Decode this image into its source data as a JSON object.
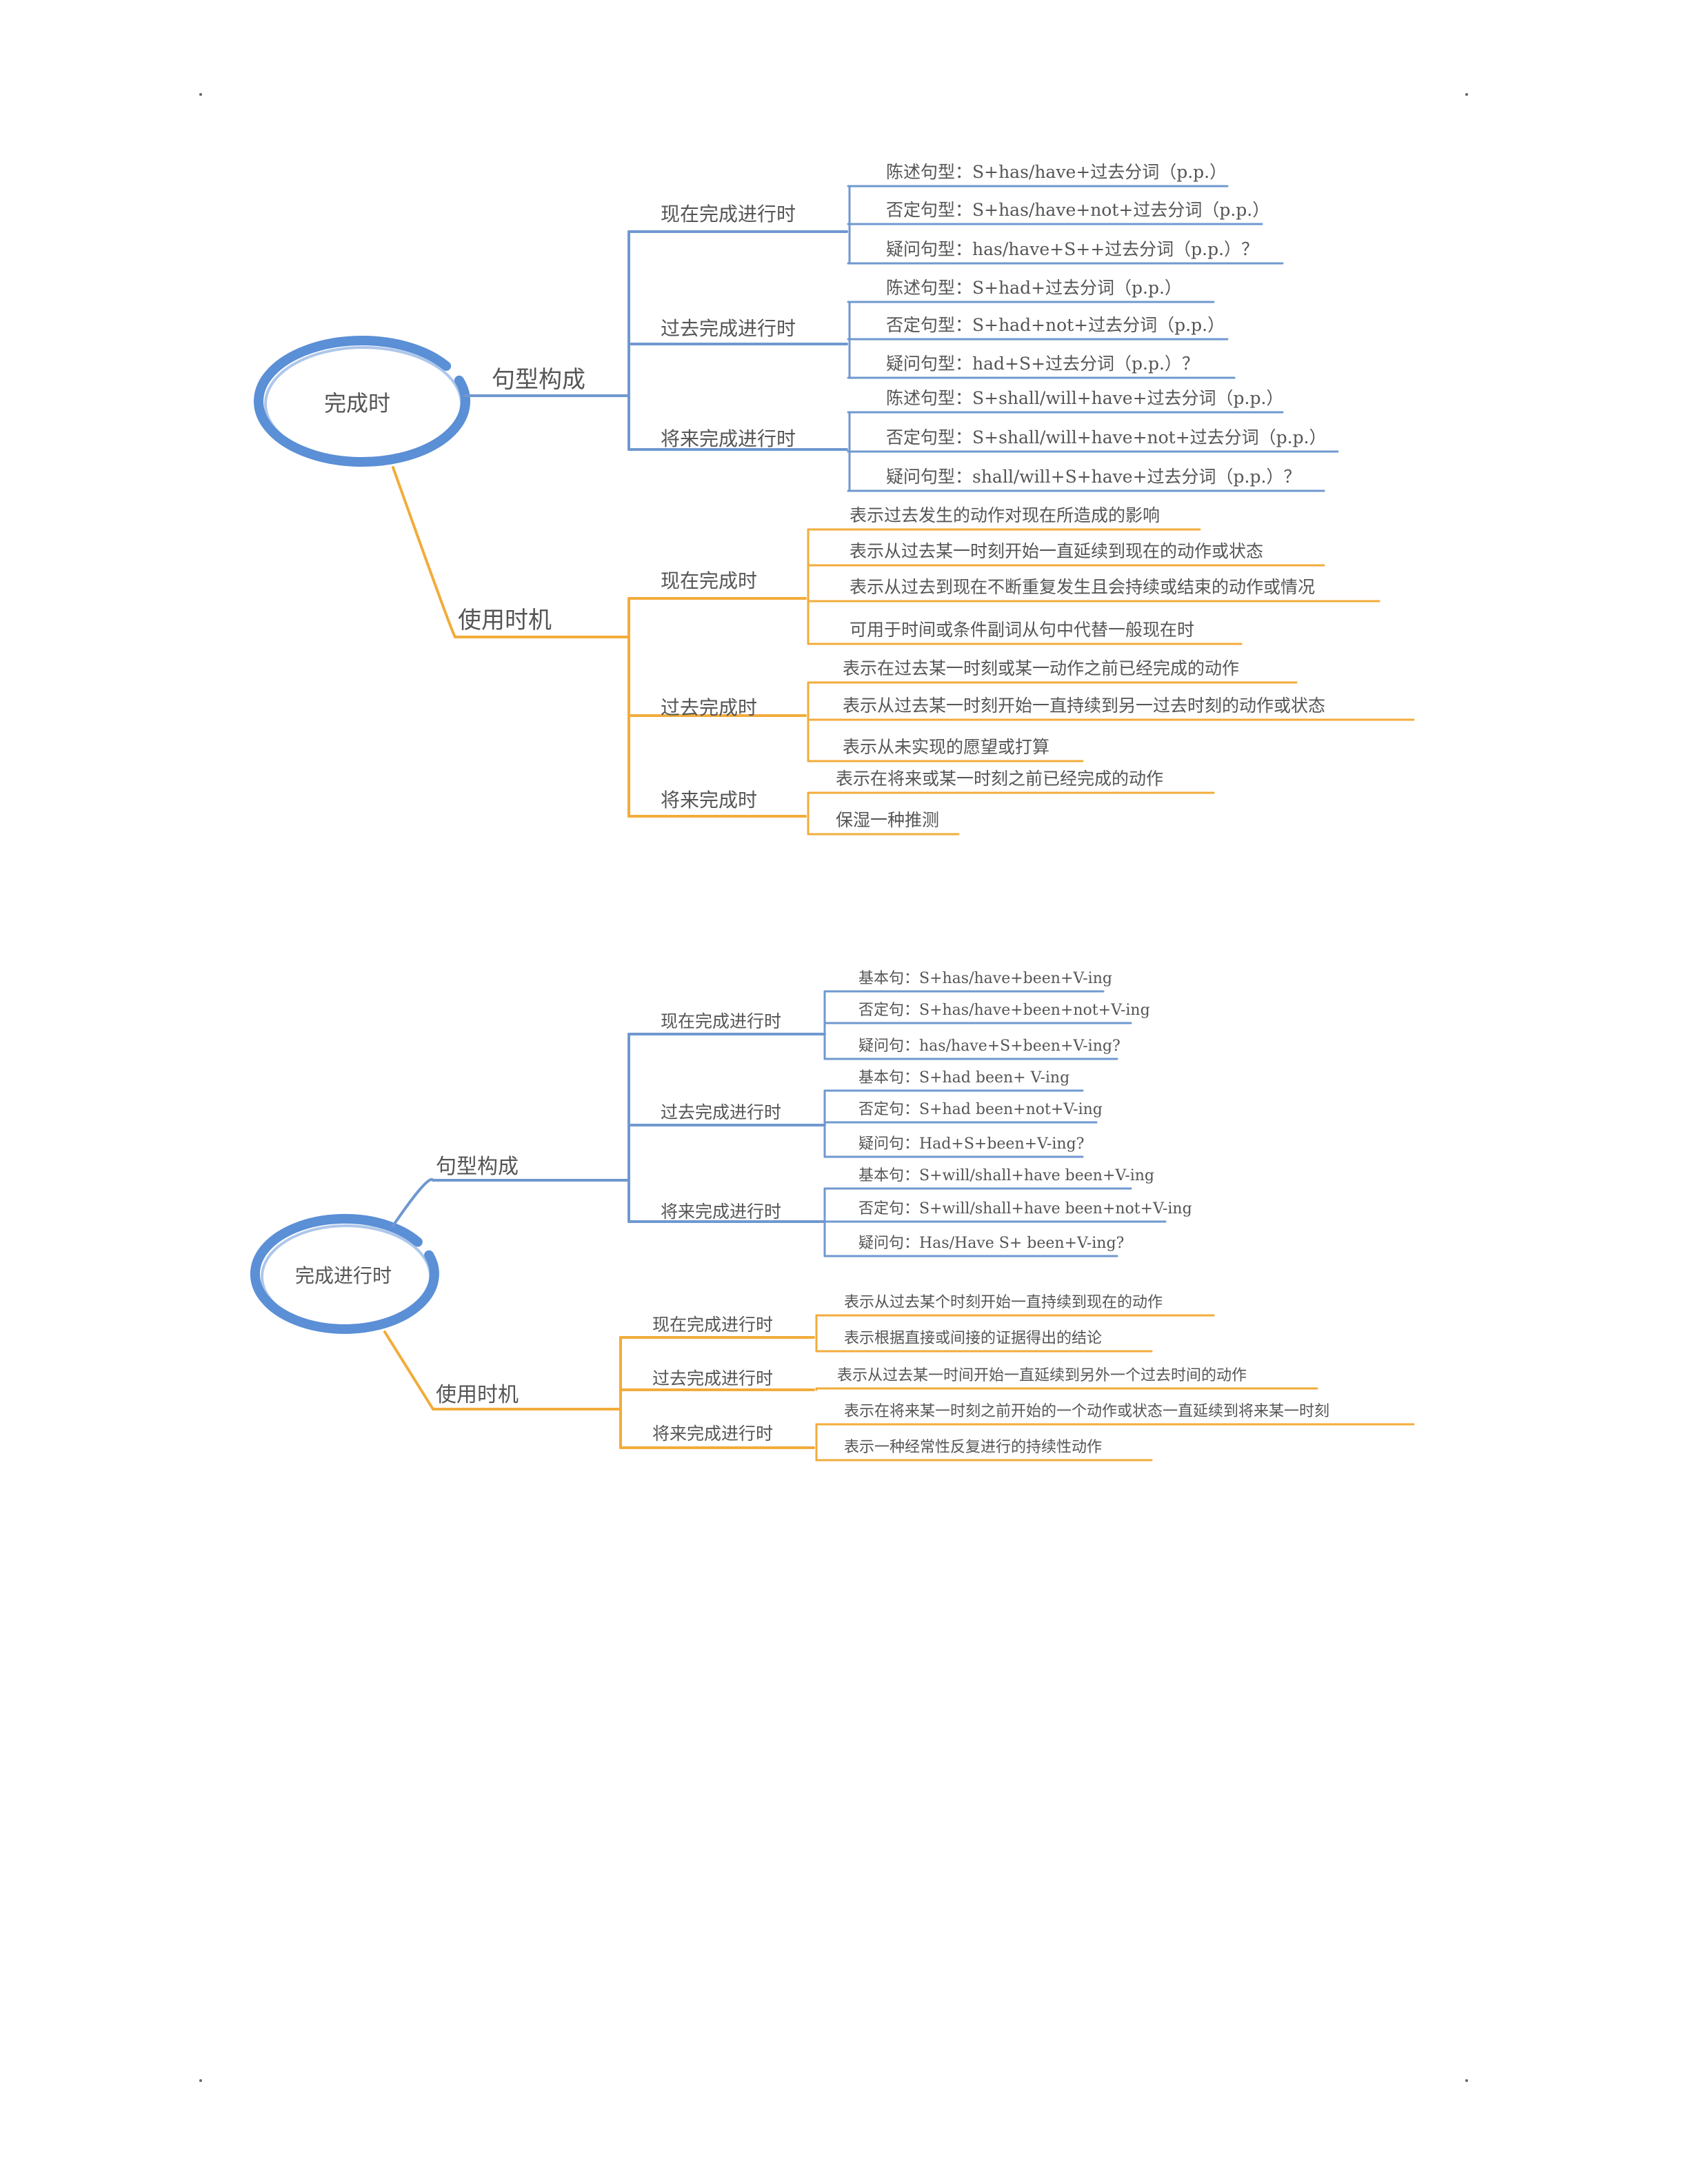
{
  "colors": {
    "blue": "#6f98cf",
    "orange": "#f2ac3b",
    "ring": "#5b8fd6",
    "text": "#555555"
  },
  "maps": [
    {
      "root": "完成时",
      "branches": [
        {
          "label": "句型构成",
          "color": "blue",
          "children": [
            {
              "label": "现在完成进行时",
              "leaves": [
                "陈述句型：S+has/have+过去分词（p.p.）",
                "否定句型：S+has/have+not+过去分词（p.p.）",
                "疑问句型：has/have+S++过去分词（p.p.）？"
              ]
            },
            {
              "label": "过去完成进行时",
              "leaves": [
                "陈述句型：S+had+过去分词（p.p.）",
                "否定句型：S+had+not+过去分词（p.p.）",
                "疑问句型：had+S+过去分词（p.p.）？"
              ]
            },
            {
              "label": "将来完成进行时",
              "leaves": [
                "陈述句型：S+shall/will+have+过去分词（p.p.）",
                "否定句型：S+shall/will+have+not+过去分词（p.p.）",
                "疑问句型：shall/will+S+have+过去分词（p.p.）？"
              ]
            }
          ]
        },
        {
          "label": "使用时机",
          "color": "orange",
          "children": [
            {
              "label": "现在完成时",
              "leaves": [
                "表示过去发生的动作对现在所造成的影响",
                "表示从过去某一时刻开始一直延续到现在的动作或状态",
                "表示从过去到现在不断重复发生且会持续或结束的动作或情况",
                "可用于时间或条件副词从句中代替一般现在时"
              ]
            },
            {
              "label": "过去完成时",
              "leaves": [
                "表示在过去某一时刻或某一动作之前已经完成的动作",
                "表示从过去某一时刻开始一直持续到另一过去时刻的动作或状态",
                "表示从未实现的愿望或打算"
              ]
            },
            {
              "label": "将来完成时",
              "leaves": [
                "表示在将来或某一时刻之前已经完成的动作",
                "保湿一种推测"
              ]
            }
          ]
        }
      ]
    },
    {
      "root": "完成进行时",
      "branches": [
        {
          "label": "句型构成",
          "color": "blue",
          "children": [
            {
              "label": "现在完成进行时",
              "leaves": [
                "基本句：S+has/have+been+V-ing",
                "否定句：S+has/have+been+not+V-ing",
                "疑问句：has/have+S+been+V-ing?"
              ]
            },
            {
              "label": "过去完成进行时",
              "leaves": [
                "基本句：S+had been+ V-ing",
                "否定句：S+had been+not+V-ing",
                "疑问句：Had+S+been+V-ing?"
              ]
            },
            {
              "label": "将来完成进行时",
              "leaves": [
                "基本句：S+will/shall+have been+V-ing",
                "否定句：S+will/shall+have been+not+V-ing",
                "疑问句：Has/Have S+ been+V-ing?"
              ]
            }
          ]
        },
        {
          "label": "使用时机",
          "color": "orange",
          "children": [
            {
              "label": "现在完成进行时",
              "leaves": [
                "表示从过去某个时刻开始一直持续到现在的动作",
                "表示根据直接或间接的证据得出的结论"
              ]
            },
            {
              "label": "过去完成进行时",
              "leaves": [
                "表示从过去某一时间开始一直延续到另外一个过去时间的动作"
              ]
            },
            {
              "label": "将来完成进行时",
              "leaves": [
                "表示在将来某一时刻之前开始的一个动作或状态一直延续到将来某一时刻",
                "表示一种经常性反复进行的持续性动作"
              ]
            }
          ]
        }
      ]
    }
  ]
}
